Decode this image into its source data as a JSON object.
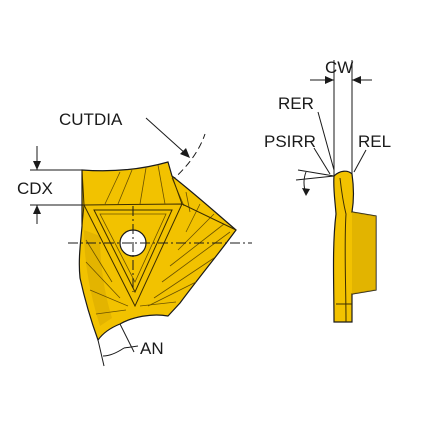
{
  "labels": {
    "cutdia": "CUTDIA",
    "cdx": "CDX",
    "an": "AN",
    "cw": "CW",
    "rer": "RER",
    "psirr": "PSIRR",
    "rel": "REL"
  },
  "colors": {
    "insert": "#F2C200",
    "insert_shade": "#C99A00",
    "line": "#1A1A1A",
    "background": "#FFFFFF"
  }
}
